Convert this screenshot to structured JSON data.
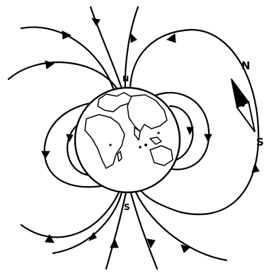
{
  "labels": {
    "compass_north": "N",
    "compass_south": "S",
    "earth_north_pole": "N",
    "earth_south_pole": "S"
  },
  "colors": {
    "ink": "#000000",
    "background": "#ffffff"
  }
}
